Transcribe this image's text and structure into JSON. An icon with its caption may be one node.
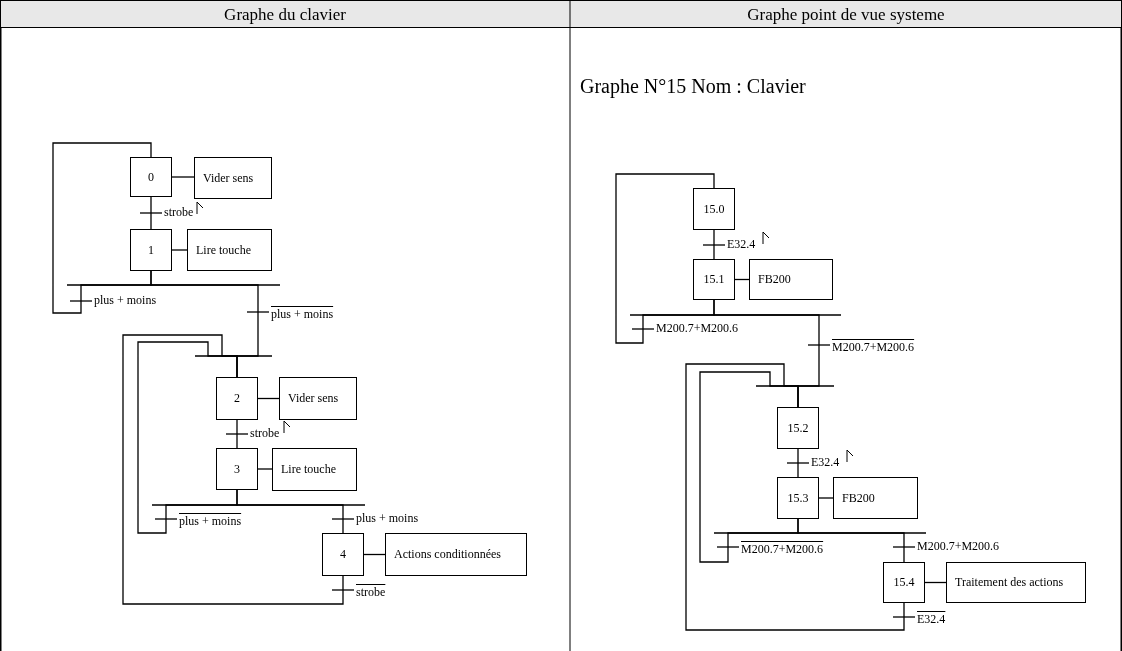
{
  "diagram": {
    "nodes": [
      {
        "text": [
          "0"
        ]
      },
      {
        "text": [
          "Vider sens"
        ]
      },
      {
        "text": [
          "1"
        ]
      },
      {
        "text": [
          "Lire touche"
        ]
      },
      {
        "text": [
          "2"
        ]
      },
      {
        "text": [
          "Vider sens"
        ]
      },
      {
        "text": [
          "3"
        ]
      },
      {
        "text": [
          "Lire touche"
        ]
      },
      {
        "text": [
          "4"
        ]
      },
      {
        "text": [
          "Actions conditionnées"
        ]
      },
      {
        "text": [
          "15.0"
        ]
      },
      {
        "text": [
          "15.1"
        ]
      },
      {
        "text": [
          "FB200"
        ]
      },
      {
        "text": [
          "15.2"
        ]
      },
      {
        "text": [
          "15.3"
        ]
      },
      {
        "text": [
          "FB200"
        ]
      },
      {
        "text": [
          "15.4"
        ]
      },
      {
        "text": [
          "Traitement des actions"
        ]
      }
    ],
    "edges": [
      {
        "from": 0,
        "to": 1,
        "arrow": "none"
      },
      {
        "from": 0,
        "to": 2,
        "arrow": "none",
        "label": "strobe"
      },
      {
        "from": 2,
        "to": 3,
        "arrow": "none"
      },
      {
        "from": 2,
        "to": 0,
        "arrow": "none",
        "label": "plus + moins"
      },
      {
        "from": 2,
        "to": 4,
        "arrow": "none",
        "label": "plus + moins"
      },
      {
        "from": 4,
        "to": 5,
        "arrow": "none"
      },
      {
        "from": 4,
        "to": 6,
        "arrow": "none",
        "label": "strobe"
      },
      {
        "from": 6,
        "to": 7,
        "arrow": "none"
      },
      {
        "from": 6,
        "to": 4,
        "arrow": "none",
        "label": "plus + moins"
      },
      {
        "from": 6,
        "to": 8,
        "arrow": "none",
        "label": "plus + moins"
      },
      {
        "from": 8,
        "to": 9,
        "arrow": "none"
      },
      {
        "from": 8,
        "to": 4,
        "arrow": "none",
        "label": "strobe"
      },
      {
        "from": 10,
        "to": 11,
        "arrow": "none",
        "label": "E32.4"
      },
      {
        "from": 11,
        "to": 12,
        "arrow": "none"
      },
      {
        "from": 11,
        "to": 10,
        "arrow": "none",
        "label": "M200.7+M200.6"
      },
      {
        "from": 11,
        "to": 13,
        "arrow": "none",
        "label": "M200.7+M200.6"
      },
      {
        "from": 13,
        "to": 14,
        "arrow": "none",
        "label": "E32.4"
      },
      {
        "from": 14,
        "to": 15,
        "arrow": "none"
      },
      {
        "from": 14,
        "to": 13,
        "arrow": "none",
        "label": "M200.7+M200.6"
      },
      {
        "from": 14,
        "to": 16,
        "arrow": "none",
        "label": "M200.7+M200.6"
      },
      {
        "from": 16,
        "to": 17,
        "arrow": "none"
      },
      {
        "from": 16,
        "to": 13,
        "arrow": "none",
        "label": "E32.4"
      }
    ],
    "labels": [
      "Graphe du clavier",
      "Graphe point de vue systeme",
      "Graphe N°15 Nom : Clavier"
    ]
  }
}
